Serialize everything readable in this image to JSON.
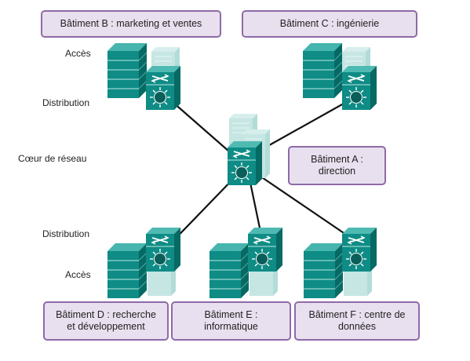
{
  "layers": {
    "access_top": "Accès",
    "distribution_top": "Distribution",
    "core": "Cœur de réseau",
    "distribution_bottom": "Distribution",
    "access_bottom": "Accès"
  },
  "buildings": {
    "b": "Bâtiment B : marketing et ventes",
    "c": "Bâtiment C : ingénierie",
    "a": "Bâtiment A :\ndirection",
    "d": "Bâtiment D : recherche\net développement",
    "e": "Bâtiment E :\ninformatique",
    "f": "Bâtiment F : centre de\ndonnées"
  },
  "colors": {
    "label_fill": "#e9e0ef",
    "label_border": "#8e6aa8",
    "device_front": "#0e8c85",
    "device_dark": "#0a6b66",
    "link": "#111111"
  },
  "icons": [
    "access-switch-icon",
    "multilayer-switch-icon"
  ]
}
